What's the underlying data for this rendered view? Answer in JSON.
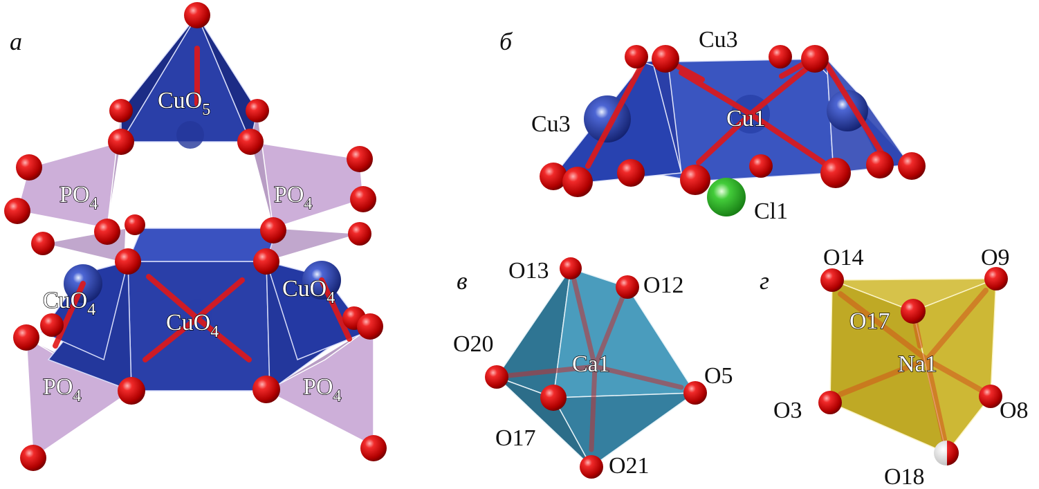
{
  "panels": {
    "a": {
      "letter": "а",
      "labels": {
        "cuo5": "CuO",
        "cuo5_sub": "5",
        "po4": "PO",
        "po4_sub": "4",
        "cuo4": "CuO",
        "cuo4_sub": "4"
      }
    },
    "b": {
      "letter": "б",
      "labels": {
        "cu3_top": "Cu3",
        "cu3_left": "Cu3",
        "cu1": "Cu1",
        "cl1": "Cl1"
      }
    },
    "v": {
      "letter": "в",
      "labels": {
        "o13": "O13",
        "o12": "O12",
        "o20": "O20",
        "ca1": "Ca1",
        "o5": "O5",
        "o17": "O17",
        "o21": "O21"
      }
    },
    "g": {
      "letter": "г",
      "labels": {
        "o14": "O14",
        "o9": "O9",
        "o17": "O17",
        "na1": "Na1",
        "o3": "O3",
        "o8": "O8",
        "o18": "O18"
      }
    }
  },
  "colors": {
    "copper_polyhedron": "#2a3fa8",
    "phosphate_polyhedron": "#c9a9d6",
    "calcium_polyhedron": "#3e8fb0",
    "sodium_polyhedron": "#c8b22a",
    "oxygen_atom": "#e01818",
    "chlorine_atom": "#3cc23c",
    "copper_atom": "#1f3aa8"
  }
}
